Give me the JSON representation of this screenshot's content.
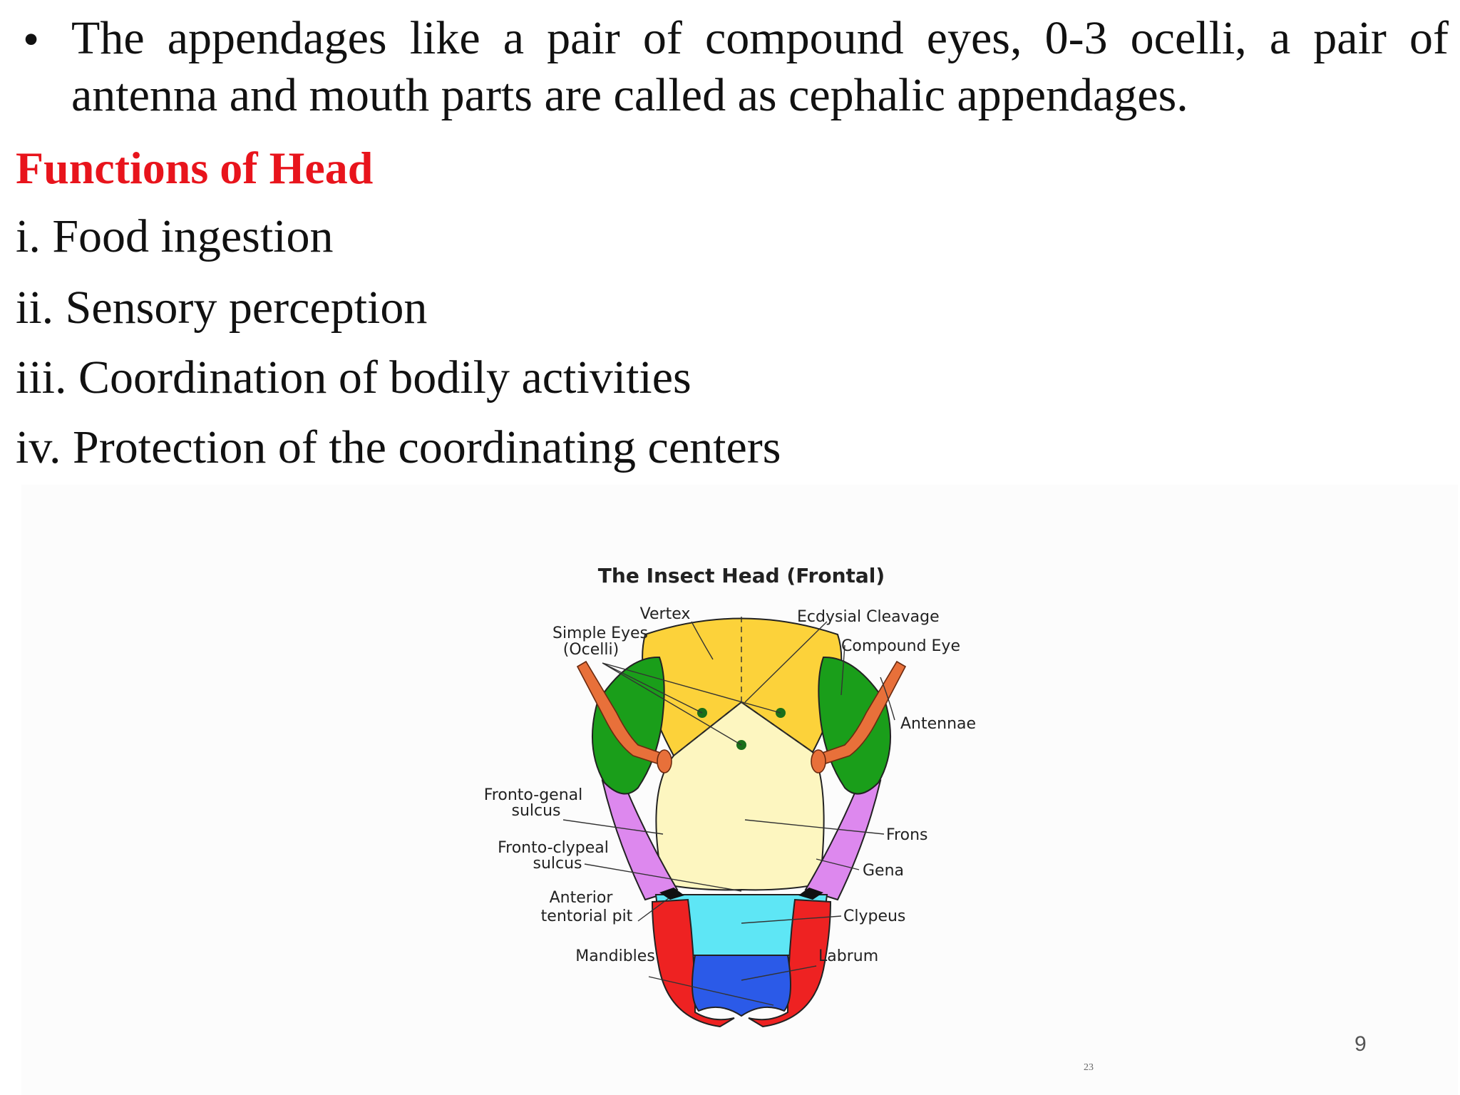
{
  "bullet": {
    "text": "The appendages like a pair of compound eyes, 0-3 ocelli, a pair of antenna and mouth parts are called as cephalic appendages."
  },
  "heading": "Functions of Head",
  "functions": [
    "i. Food ingestion",
    "ii. Sensory perception",
    "iii. Coordination of bodily activities",
    "iv. Protection of the coordinating centers"
  ],
  "diagram": {
    "title": "The Insect Head (Frontal)",
    "labels": {
      "vertex": "Vertex",
      "simple_eyes_1": "Simple Eyes",
      "simple_eyes_2": "(Ocelli)",
      "ecdysial_cleavage": "Ecdysial Cleavage",
      "compound_eye": "Compound Eye",
      "antennae": "Antennae",
      "fronto_genal_1": "Fronto-genal",
      "fronto_genal_2": "sulcus",
      "frons": "Frons",
      "fronto_clypeal_1": "Fronto-clypeal",
      "fronto_clypeal_2": "sulcus",
      "gena": "Gena",
      "anterior_1": "Anterior",
      "anterior_2": "tentorial pit",
      "clypeus": "Clypeus",
      "mandibles": "Mandibles",
      "labrum": "Labrum"
    },
    "colors": {
      "vertex": "#fcd23a",
      "frons": "#fdf6c0",
      "compound_eye": "#1a9e1a",
      "gena": "#dd88ee",
      "clypeus": "#5ee6f5",
      "labrum": "#2b5ae8",
      "mandibles": "#ee2222",
      "antennae": "#e8703a"
    }
  },
  "footer": {
    "page_number": "9",
    "small_number": "23"
  }
}
